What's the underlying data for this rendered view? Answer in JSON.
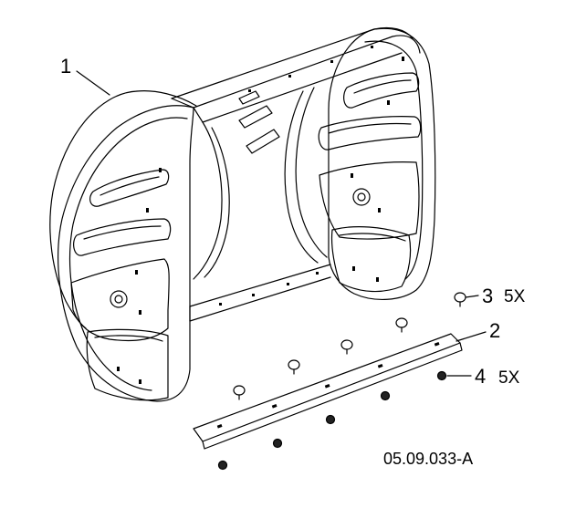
{
  "callouts": [
    {
      "number": "1",
      "qty": ""
    },
    {
      "number": "2",
      "qty": ""
    },
    {
      "number": "3",
      "qty": "5X"
    },
    {
      "number": "4",
      "qty": "5X"
    }
  ],
  "drawing_code": "05.09.033-A",
  "colors": {
    "line": "#000000",
    "background": "#ffffff",
    "hardware": "#222222"
  }
}
